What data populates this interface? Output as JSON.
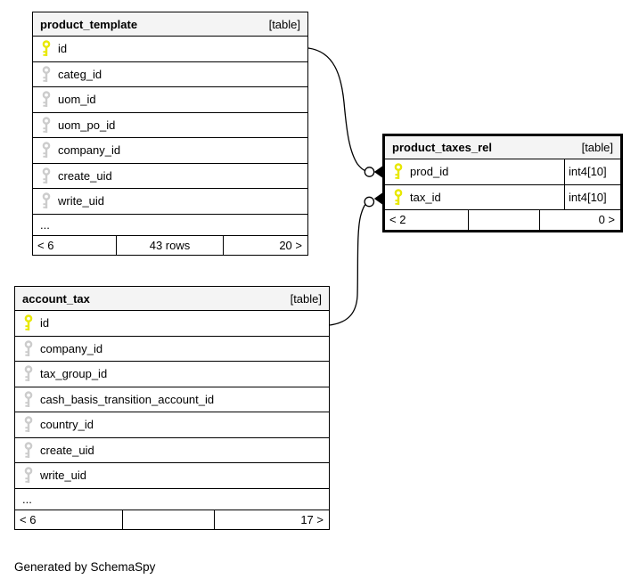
{
  "diagram": {
    "generated_note": "Generated by SchemaSpy",
    "colors": {
      "primary_key": "#e8e800",
      "primary_key_stroke": "#dede00",
      "foreign_key": "#cccccc",
      "header_bg": "#f4f4f4",
      "border": "#000000"
    },
    "tables": [
      {
        "id": "product_template",
        "name": "product_template",
        "kind": "[table]",
        "emphasized": false,
        "columns": [
          {
            "name": "id",
            "key": "primary",
            "type": ""
          },
          {
            "name": "categ_id",
            "key": "foreign",
            "type": ""
          },
          {
            "name": "uom_id",
            "key": "foreign",
            "type": ""
          },
          {
            "name": "uom_po_id",
            "key": "foreign",
            "type": ""
          },
          {
            "name": "company_id",
            "key": "foreign",
            "type": ""
          },
          {
            "name": "create_uid",
            "key": "foreign",
            "type": ""
          },
          {
            "name": "write_uid",
            "key": "foreign",
            "type": ""
          }
        ],
        "ellipsis": "...",
        "footer": {
          "left": "< 6",
          "center": "43 rows",
          "right": "20 >"
        }
      },
      {
        "id": "product_taxes_rel",
        "name": "product_taxes_rel",
        "kind": "[table]",
        "emphasized": true,
        "columns": [
          {
            "name": "prod_id",
            "key": "primary",
            "type": "int4[10]"
          },
          {
            "name": "tax_id",
            "key": "primary",
            "type": "int4[10]"
          }
        ],
        "ellipsis": "",
        "footer": {
          "left": "< 2",
          "center": "",
          "right": "0 >"
        }
      },
      {
        "id": "account_tax",
        "name": "account_tax",
        "kind": "[table]",
        "emphasized": false,
        "columns": [
          {
            "name": "id",
            "key": "primary",
            "type": ""
          },
          {
            "name": "company_id",
            "key": "foreign",
            "type": ""
          },
          {
            "name": "tax_group_id",
            "key": "foreign",
            "type": ""
          },
          {
            "name": "cash_basis_transition_account_id",
            "key": "foreign",
            "type": ""
          },
          {
            "name": "country_id",
            "key": "foreign",
            "type": ""
          },
          {
            "name": "create_uid",
            "key": "foreign",
            "type": ""
          },
          {
            "name": "write_uid",
            "key": "foreign",
            "type": ""
          }
        ],
        "ellipsis": "...",
        "footer": {
          "left": "< 6",
          "center": "",
          "right": "17 >"
        }
      }
    ],
    "relationships": [
      {
        "from": "product_template.id",
        "to": "product_taxes_rel.prod_id"
      },
      {
        "from": "account_tax.id",
        "to": "product_taxes_rel.tax_id"
      }
    ]
  }
}
